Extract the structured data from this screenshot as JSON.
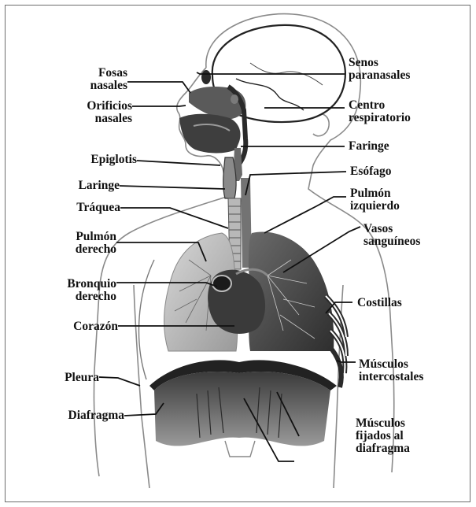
{
  "labels": {
    "fosas": "Fosas\nnasales",
    "orificios": "Orificios\nnasales",
    "epiglotis": "Epiglotis",
    "laringe": "Laringe",
    "traquea": "Tráquea",
    "pulmon_der": "Pulmón\nderecho",
    "bronquio": "Bronquio\nderecho",
    "corazon": "Corazón",
    "pleura": "Pleura",
    "diafragma": "Diafragma",
    "senos": "Senos\nparanasales",
    "centro": "Centro\nrespiratorio",
    "faringe": "Faringe",
    "esofago": "Esófago",
    "pulmon_izq": "Pulmón\nizquierdo",
    "vasos": "Vasos\nsanguíneos",
    "costillas": "Costillas",
    "musc_inter": "Músculos\nintercostales",
    "musc_fij": "Músculos\nfijados al\ndiafragma"
  },
  "colors": {
    "ink": "#111111",
    "frame": "#6d6d6d",
    "skin_outline": "#8a8a8a",
    "dark_tissue": "#4a4a4a",
    "mid_tissue": "#7a7a7a",
    "light_tissue": "#c4c4c4"
  }
}
